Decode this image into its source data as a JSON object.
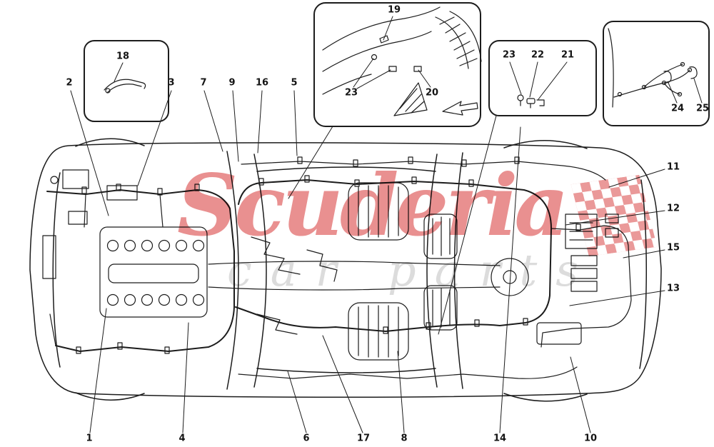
{
  "watermark": {
    "primary": "Scuderia",
    "secondary": "car parts"
  },
  "colors": {
    "line": "#1c1c1c",
    "accent_red": "#d63434"
  },
  "callouts": [
    {
      "label": "2"
    },
    {
      "label": "18"
    },
    {
      "label": "3"
    },
    {
      "label": "7"
    },
    {
      "label": "9"
    },
    {
      "label": "16"
    },
    {
      "label": "5"
    },
    {
      "label": "19"
    },
    {
      "label": "23"
    },
    {
      "label": "20"
    },
    {
      "label": "23"
    },
    {
      "label": "22"
    },
    {
      "label": "21"
    },
    {
      "label": "24"
    },
    {
      "label": "25"
    },
    {
      "label": "11"
    },
    {
      "label": "12"
    },
    {
      "label": "15"
    },
    {
      "label": "13"
    },
    {
      "label": "1"
    },
    {
      "label": "4"
    },
    {
      "label": "6"
    },
    {
      "label": "17"
    },
    {
      "label": "8"
    },
    {
      "label": "14"
    },
    {
      "label": "10"
    }
  ]
}
